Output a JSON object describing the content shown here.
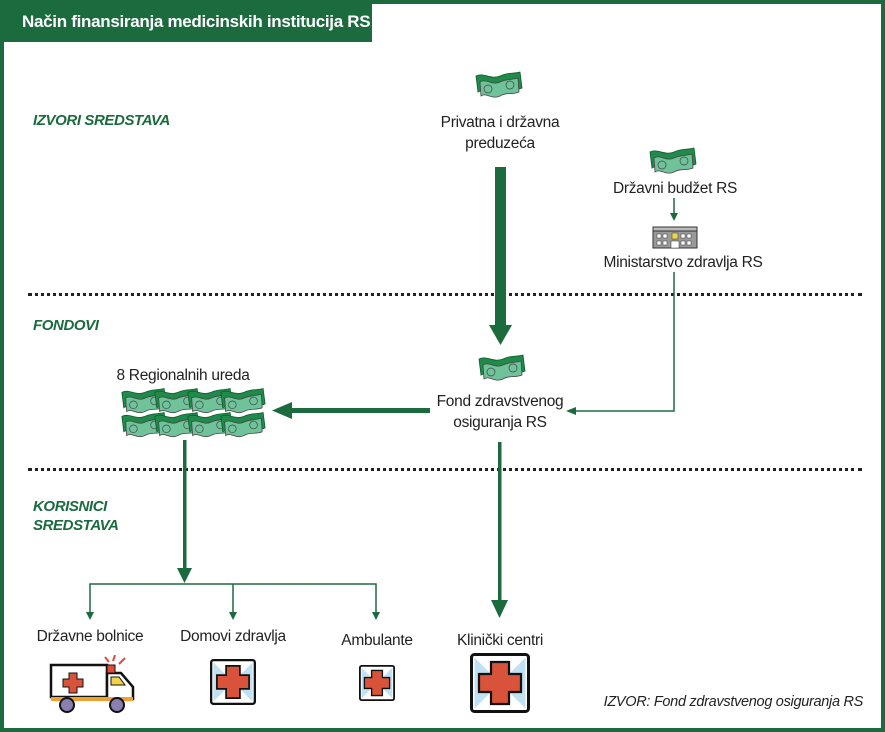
{
  "header": {
    "title": "Način finansiranja medicinskih institucija RS"
  },
  "sections": {
    "sources": "IZVORI SREDSTAVA",
    "funds": "FONDOVI",
    "users_line1": "KORISNICI",
    "users_line2": "SREDSTAVA"
  },
  "nodes": {
    "enterprises": {
      "line1": "Privatna i državna",
      "line2": "preduzeća",
      "icon": "money-icon"
    },
    "state_budget": {
      "label": "Državni budžet RS",
      "icon": "money-icon"
    },
    "ministry": {
      "label": "Ministarstvo zdravlja RS",
      "icon": "building-icon"
    },
    "regional_offices": {
      "label": "8 Regionalnih ureda",
      "icon": "money-stack-icon",
      "count": 8
    },
    "health_fund": {
      "line1": "Fond zdravstvenog",
      "line2": "osiguranja RS",
      "icon": "money-icon"
    },
    "state_hospitals": {
      "label": "Državne bolnice",
      "icon": "ambulance-icon"
    },
    "health_centers": {
      "label": "Domovi zdravlja",
      "icon": "medical-cross-icon"
    },
    "clinics": {
      "label": "Ambulante",
      "icon": "medical-cross-icon"
    },
    "clinical_centers": {
      "label": "Klinički centri",
      "icon": "medical-cross-icon"
    }
  },
  "footer": {
    "source": "IZVOR: Fond zdravstvenog osiguranja RS"
  },
  "colors": {
    "brand_green": "#1b6b3f",
    "money_light": "#6fc29a",
    "cross_red": "#d9533a",
    "cross_bg": "#bfe1f2"
  }
}
